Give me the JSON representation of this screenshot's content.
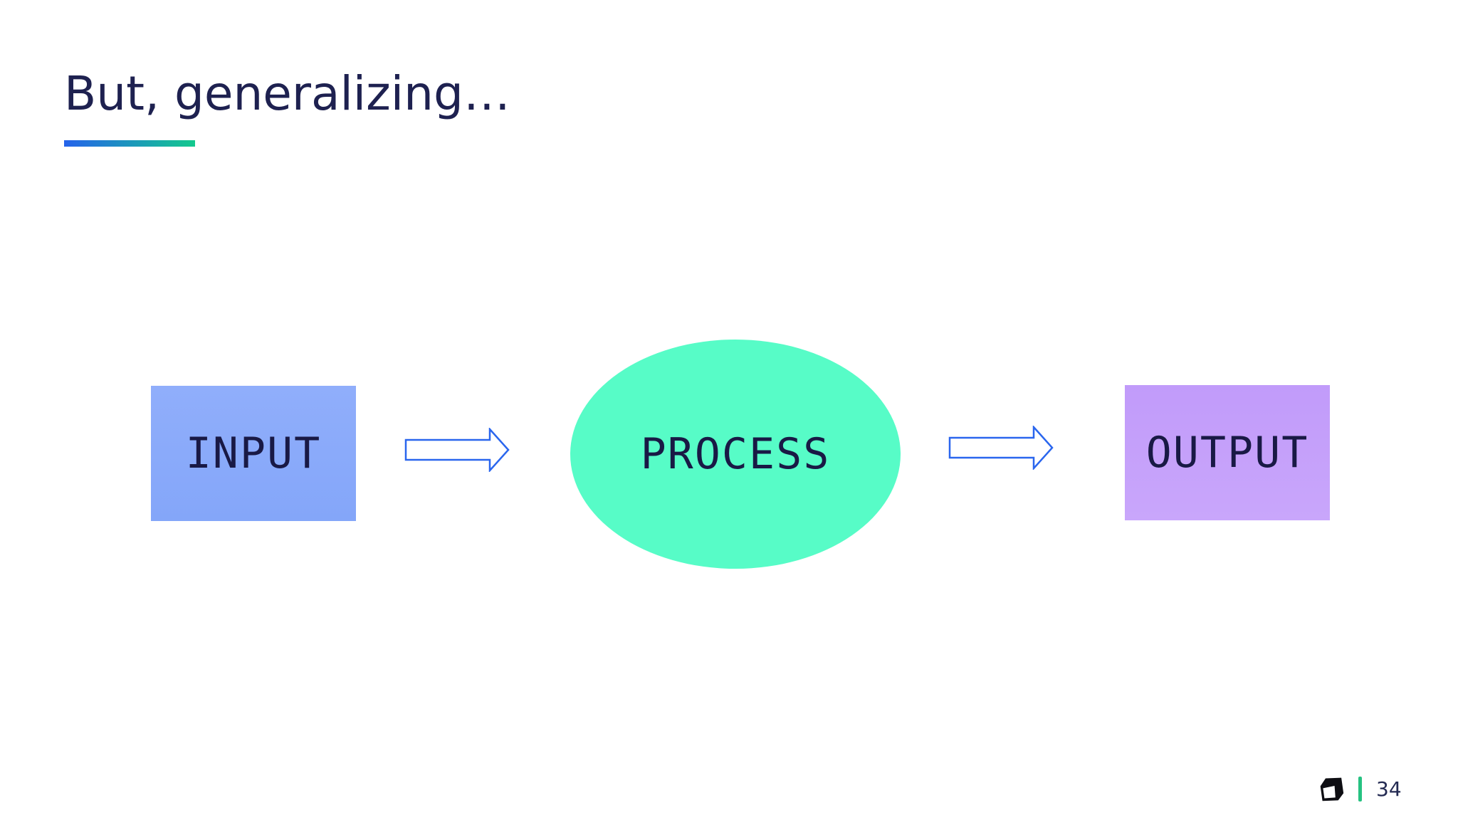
{
  "slide": {
    "title": "But, generalizing…",
    "background_color": "#ffffff",
    "title_color": "#1e2150",
    "underline_gradient": [
      "#2563eb",
      "#14c98d"
    ]
  },
  "diagram": {
    "nodes": [
      {
        "id": "input",
        "label": "INPUT",
        "shape": "rectangle",
        "fill": "#8aa9fa",
        "text_color": "#191945"
      },
      {
        "id": "process",
        "label": "PROCESS",
        "shape": "ellipse",
        "fill": "#57fcc7",
        "text_color": "#191945"
      },
      {
        "id": "output",
        "label": "OUTPUT",
        "shape": "rectangle",
        "fill": "#c4a0fa",
        "text_color": "#191945"
      }
    ],
    "connectors": [
      {
        "from": "input",
        "to": "process",
        "style": "block-arrow",
        "stroke": "#2a66ee",
        "fill": "#ffffff"
      },
      {
        "from": "process",
        "to": "output",
        "style": "block-arrow",
        "stroke": "#2a66ee",
        "fill": "#ffffff"
      }
    ]
  },
  "footer": {
    "logo_icon": "cube-3d-icon",
    "logo_color": "#0e0e13",
    "divider_color": "#26c281",
    "page_number": "34",
    "page_number_color": "#232a52"
  }
}
